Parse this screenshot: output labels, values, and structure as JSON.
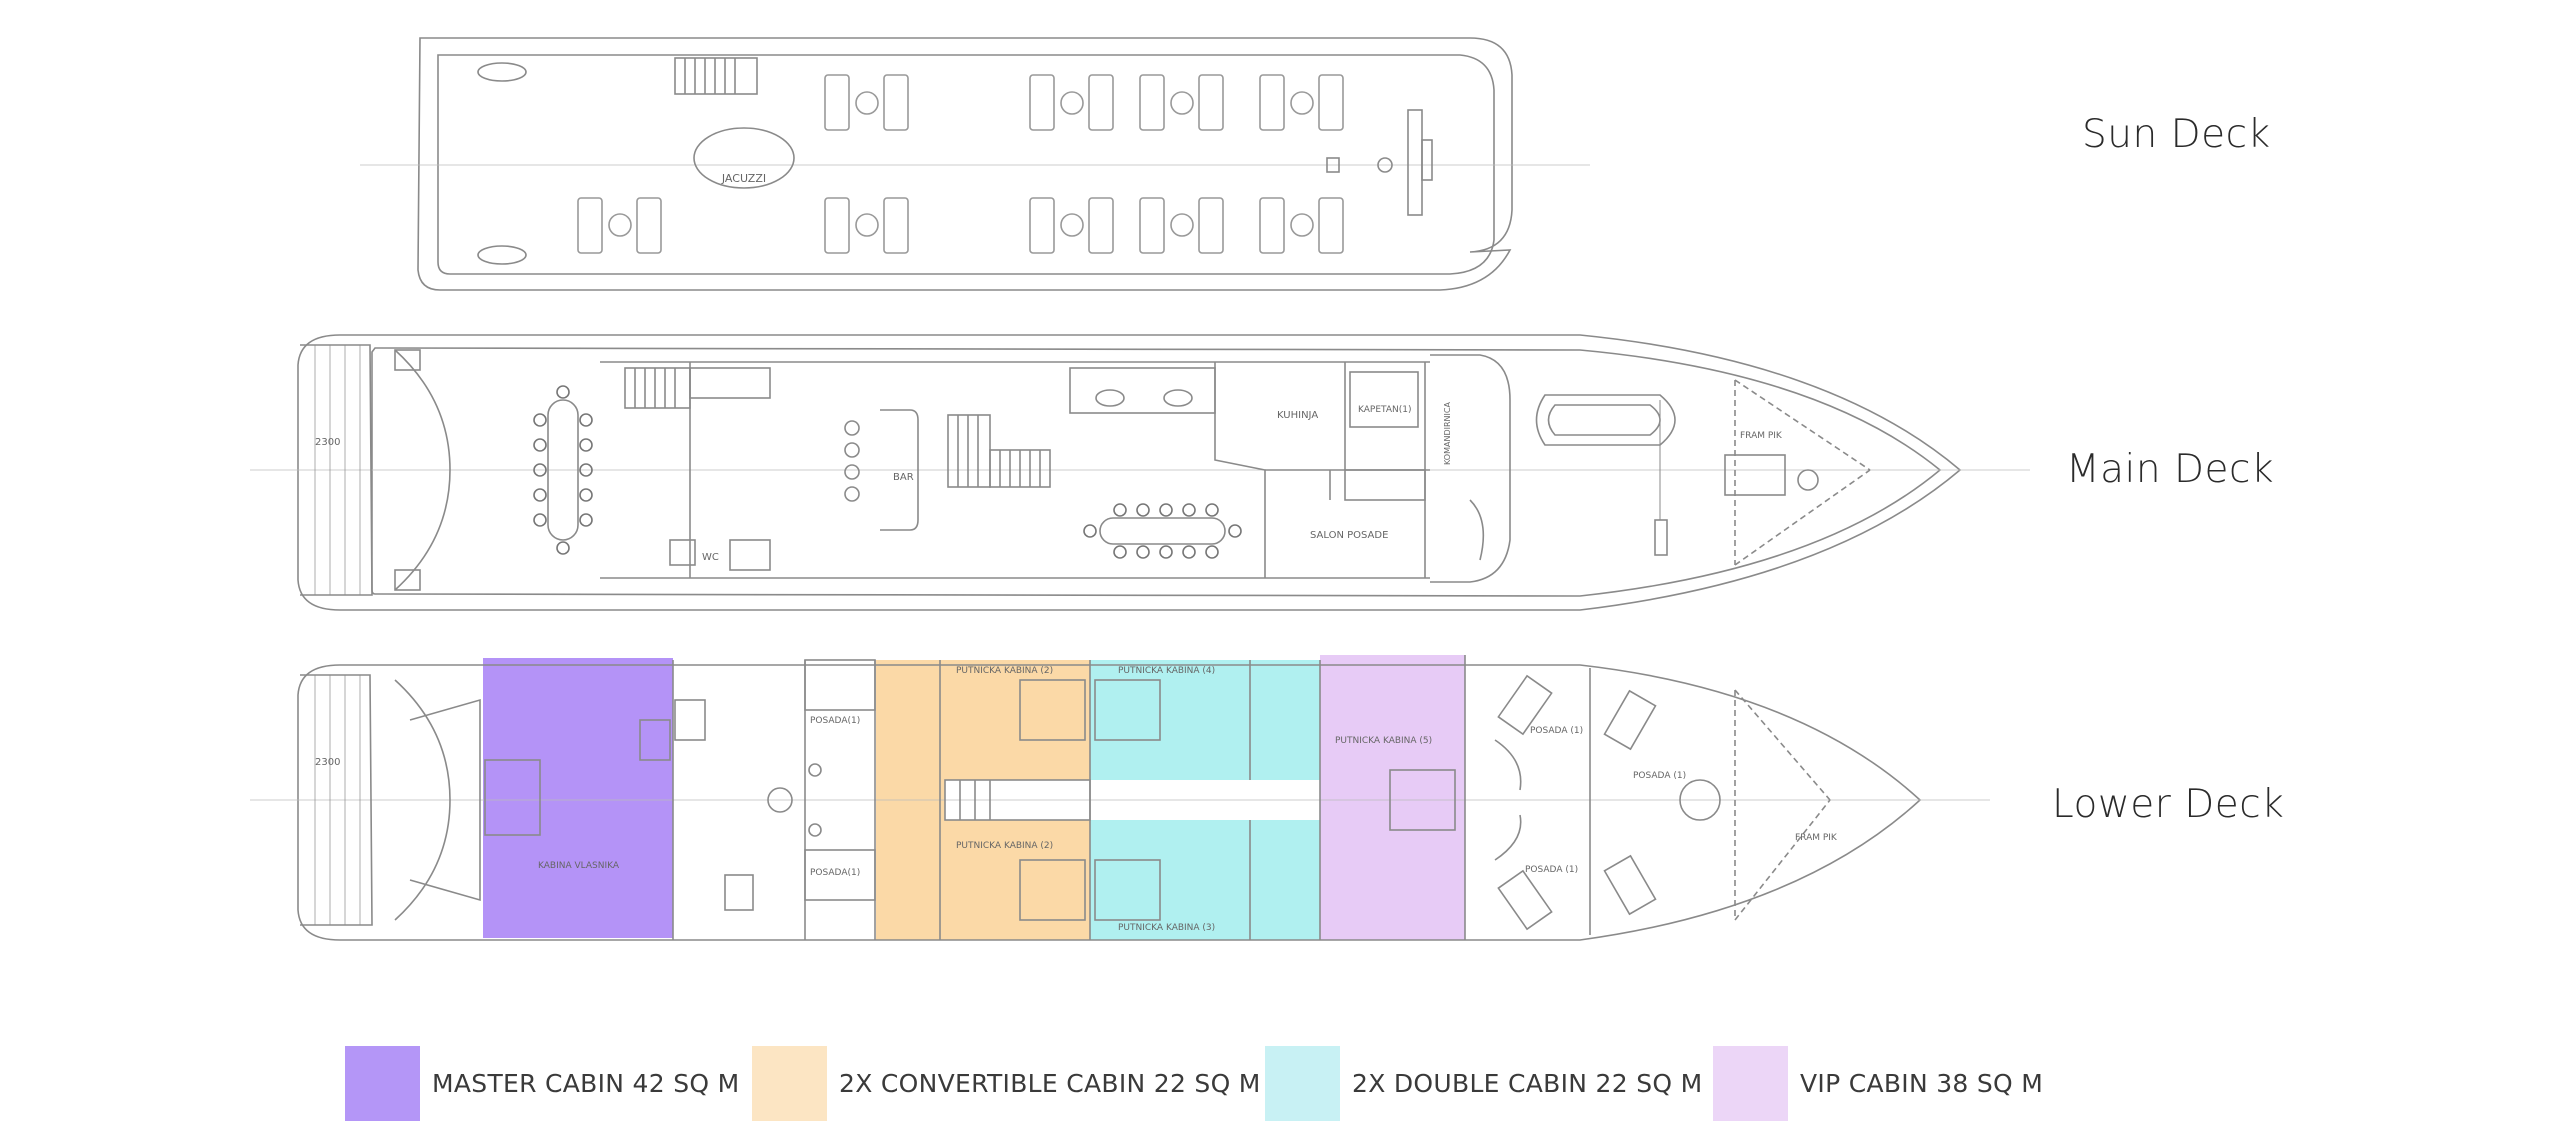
{
  "decks": {
    "sun": "Sun Deck",
    "main": "Main Deck",
    "lower": "Lower Deck"
  },
  "plan_labels": {
    "jacuzzi": "JACUZZI",
    "bar": "BAR",
    "kuhinja": "KUHINJA",
    "kapetan": "KAPETAN(1)",
    "salon_posade": "SALON POSADE",
    "wc": "WC",
    "fram_pik_main": "FRAM PIK",
    "fram_pik_lower": "FRAM PIK",
    "komandirnica": "KOMANDIRNICA",
    "dimension_main": "2300",
    "dimension_lower": "2300",
    "master_label": "KABINA VLASNIKA",
    "conv_top": "PUTNICKA KABINA (2)",
    "conv_bottom": "PUTNICKA KABINA (2)",
    "double_top": "PUTNICKA KABINA (4)",
    "double_bottom": "PUTNICKA KABINA (3)",
    "vip_label": "PUTNICKA KABINA (5)",
    "posada_1": "POSADA(1)",
    "posada_2": "POSADA(1)",
    "posada_3": "POSADA (1)",
    "posada_4": "POSADA (1)",
    "posada_5": "POSADA (1)"
  },
  "legend": [
    {
      "label": "MASTER CABIN 42 SQ M",
      "color": "#b496f7"
    },
    {
      "label": "2X CONVERTIBLE CABIN 22 SQ M",
      "color": "#fce5c3"
    },
    {
      "label": "2X DOUBLE CABIN 22 SQ M",
      "color": "#c8f1f4"
    },
    {
      "label": "VIP CABIN  38 SQ M",
      "color": "#ecd6f7"
    }
  ],
  "overlay_colors": {
    "master": "#9b6ff4",
    "convertible": "#f9c982",
    "double": "#8ee9e9",
    "vip": "#e3c2f4"
  }
}
